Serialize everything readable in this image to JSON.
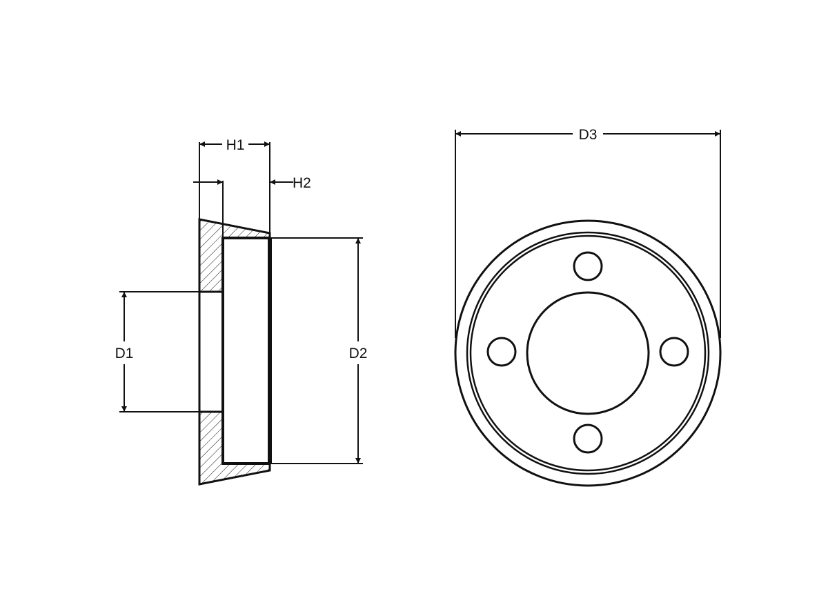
{
  "labels": {
    "h1": "H1",
    "h2": "H2",
    "d1": "D1",
    "d2": "D2",
    "d3": "D3"
  },
  "colors": {
    "line": "#111111",
    "background": "#ffffff"
  }
}
